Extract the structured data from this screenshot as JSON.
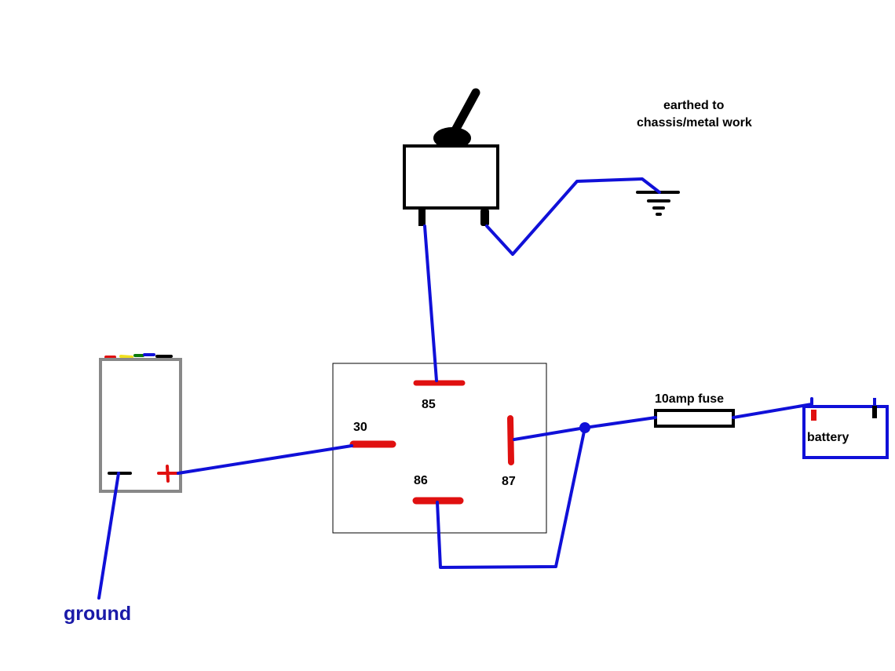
{
  "title": "Relay wiring diagram with toggle switch",
  "colors": {
    "wire": "#1010d8",
    "terminal": "#e01010",
    "outline": "#000000",
    "device_outline": "#888888",
    "ground_label": "#1a1aa8"
  },
  "labels": {
    "earth_note_line1": "earthed to",
    "earth_note_line2": "chassis/metal work",
    "ground": "ground",
    "fuse": "10amp fuse",
    "battery": "battery"
  },
  "relay": {
    "pins": [
      {
        "id": "85",
        "label": "85"
      },
      {
        "id": "30",
        "label": "30"
      },
      {
        "id": "86",
        "label": "86"
      },
      {
        "id": "87",
        "label": "87"
      }
    ]
  },
  "components": [
    {
      "name": "toggle-switch",
      "kind": "switch"
    },
    {
      "name": "chassis-ground",
      "kind": "ground-symbol"
    },
    {
      "name": "device",
      "kind": "load",
      "terminals": [
        "-",
        "+"
      ],
      "lead_colors": [
        "#e01010",
        "#f0e020",
        "#0a7a0a",
        "#1010d8",
        "#000000"
      ]
    },
    {
      "name": "relay",
      "kind": "relay"
    },
    {
      "name": "fuse",
      "kind": "fuse",
      "rating": "10amp"
    },
    {
      "name": "battery",
      "kind": "battery"
    }
  ],
  "connections": [
    [
      "switch-left-terminal",
      "relay-85"
    ],
    [
      "switch-right-terminal",
      "chassis-ground"
    ],
    [
      "device-plus",
      "relay-30"
    ],
    [
      "device-minus",
      "ground"
    ],
    [
      "relay-87",
      "junction"
    ],
    [
      "junction",
      "fuse"
    ],
    [
      "fuse",
      "battery-plus"
    ],
    [
      "relay-86",
      "junction"
    ]
  ]
}
